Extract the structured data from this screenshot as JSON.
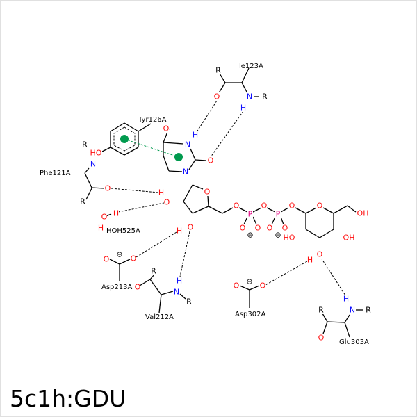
{
  "title": "5c1h:GDU",
  "residues": {
    "ile123": "Ile123A",
    "tyr126": "Tyr126A",
    "phe121": "Phe121A",
    "hoh525": "HOH525A",
    "asp213": "Asp213A",
    "val212": "Val212A",
    "asp302": "Asp302A",
    "glu303": "Glu303A"
  },
  "atoms": {
    "O": "O",
    "N": "N",
    "H": "H",
    "R": "R",
    "P": "P",
    "OH": "OH",
    "HO": "HO",
    "minus": "⊖"
  },
  "colors": {
    "oxygen": "#ff0d0d",
    "nitrogen": "#1010ff",
    "phosphorus": "#e0007f",
    "pi_stack": "#009a4e",
    "border": "#e0e0e0"
  }
}
